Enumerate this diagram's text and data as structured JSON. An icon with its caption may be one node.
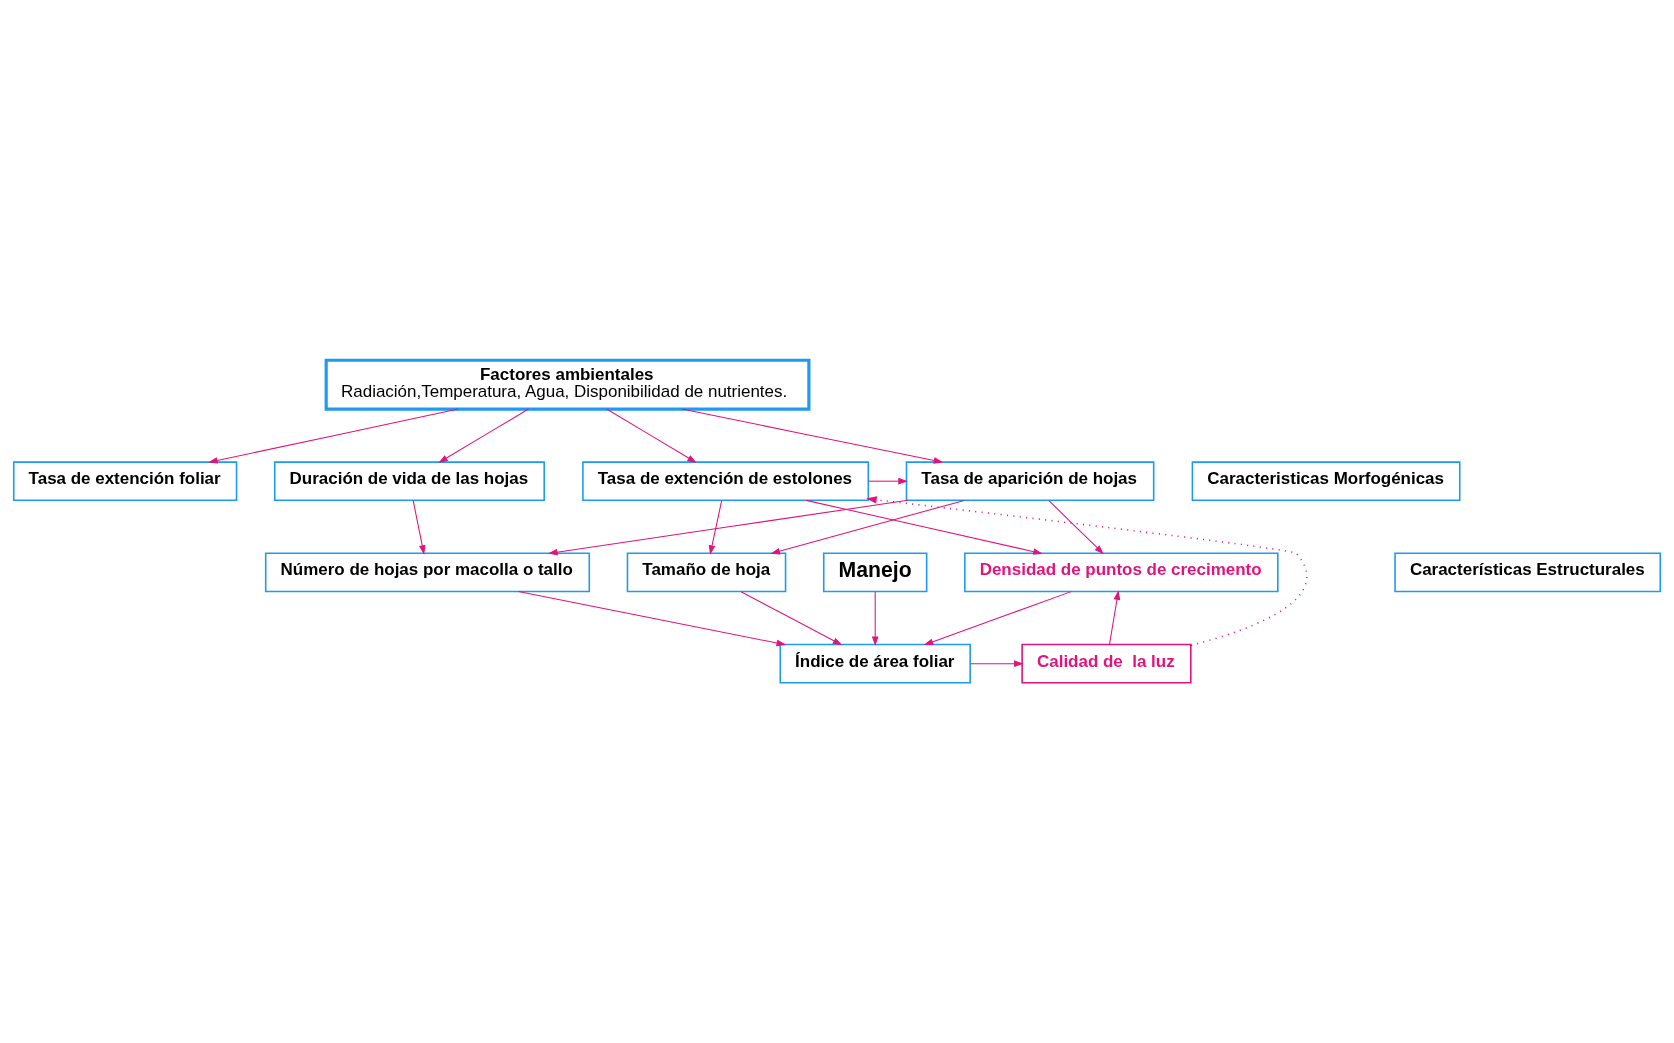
{
  "diagram": {
    "nodes": [
      {
        "text": [
          "Factores ambientales",
          "Radiación,Temperatura, Agua, Disponibilidad de nutrientes."
        ]
      },
      {
        "text": [
          "Tasa de extención foliar"
        ]
      },
      {
        "text": [
          "Tasa de extención de estolones"
        ]
      },
      {
        "text": [
          "Tasa de aparición de hojas"
        ]
      },
      {
        "text": [
          "Duración de vida de las hojas"
        ]
      },
      {
        "text": [
          "Caracteristicas Morfogénicas"
        ]
      },
      {
        "text": [
          "Tamaño de hoja"
        ]
      },
      {
        "text": [
          "Densidad de puntos de crecimento"
        ]
      },
      {
        "text": [
          "Número de hojas por macolla o tallo"
        ]
      },
      {
        "text": [
          "Características Estructurales"
        ]
      },
      {
        "text": [
          "Calidad de  la luz"
        ]
      },
      {
        "text": [
          "Índice de área foliar"
        ]
      },
      {
        "text": [
          "Manejo"
        ]
      }
    ],
    "edges": [
      {
        "from": 0,
        "to": 1,
        "arrow": "to"
      },
      {
        "from": 0,
        "to": 2,
        "arrow": "to"
      },
      {
        "from": 0,
        "to": 3,
        "arrow": "to"
      },
      {
        "from": 0,
        "to": 4,
        "arrow": "to"
      },
      {
        "from": 2,
        "to": 3,
        "arrow": "to"
      },
      {
        "from": 2,
        "to": 6,
        "arrow": "to"
      },
      {
        "from": 2,
        "to": 7,
        "arrow": "to"
      },
      {
        "from": 3,
        "to": 6,
        "arrow": "to"
      },
      {
        "from": 3,
        "to": 7,
        "arrow": "to"
      },
      {
        "from": 3,
        "to": 8,
        "arrow": "to"
      },
      {
        "from": 4,
        "to": 8,
        "arrow": "to"
      },
      {
        "from": 6,
        "to": 11,
        "arrow": "to"
      },
      {
        "from": 7,
        "to": 11,
        "arrow": "to"
      },
      {
        "from": 8,
        "to": 11,
        "arrow": "to"
      },
      {
        "from": 10,
        "to": 7,
        "arrow": "to"
      },
      {
        "from": 11,
        "to": 10,
        "arrow": "to"
      },
      {
        "from": 12,
        "to": 11,
        "arrow": "to"
      },
      {
        "from": 10,
        "to": 2,
        "arrow": "to",
        "style": "dashed"
      }
    ]
  }
}
